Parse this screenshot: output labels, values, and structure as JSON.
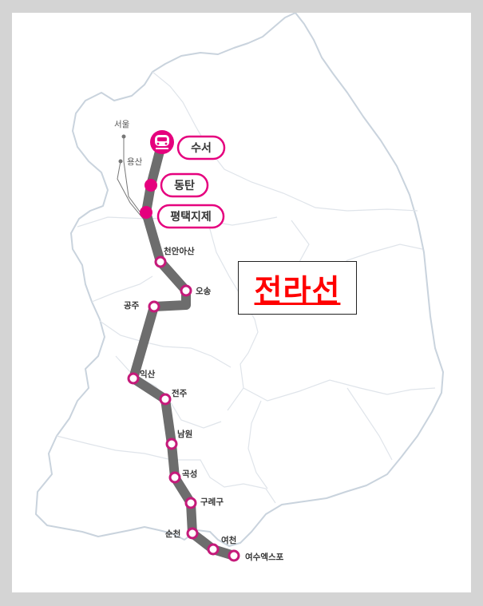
{
  "title": "전라선",
  "colors": {
    "line": "#6d6d6d",
    "station_ring": "#c51a7a",
    "highlight": "#e5007e",
    "title": "#ff0000",
    "boundary": "#c9d3dd"
  },
  "icons": {
    "train": "train-icon"
  },
  "reference_stations": [
    "서울",
    "용산"
  ],
  "highlight_stations": [
    "수서",
    "동탄",
    "평택지제"
  ],
  "stations": [
    "천안아산",
    "오송",
    "공주",
    "익산",
    "전주",
    "남원",
    "곡성",
    "구례구",
    "순천",
    "여천",
    "여수엑스포"
  ]
}
